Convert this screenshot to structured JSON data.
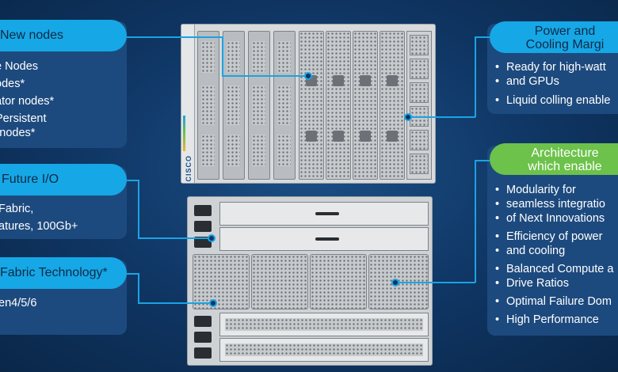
{
  "left_panels": [
    {
      "heading": "New nodes",
      "items": [
        "e Nodes",
        "odes*",
        "ator nodes*",
        "Persistent",
        "y nodes*"
      ]
    },
    {
      "heading": "Future I/O",
      "items": [
        "Fabric,",
        "atures, 100Gb+"
      ]
    },
    {
      "heading": "Fabric Technology*",
      "items": [
        "en4/5/6"
      ]
    }
  ],
  "right_panels": [
    {
      "heading_line1": "Power and",
      "heading_line2": "Cooling Margi",
      "items": [
        "Ready for high-watt",
        "and GPUs",
        "Liquid colling enable"
      ]
    },
    {
      "heading_line1": "Architecture",
      "heading_line2": "which enable",
      "items": [
        "Modularity for",
        "seamless integratio",
        "of Next Innovations",
        "Efficiency of power",
        "and cooling",
        "Balanced Compute a",
        "Drive Ratios",
        "Optimal Failure Dom",
        "High Performance"
      ]
    }
  ],
  "chassis_logo": "CISCO",
  "colors": {
    "background": "#0f3563",
    "panel": "#1d4a7e",
    "pill_blue": "#16a7e6",
    "pill_green": "#6cc24a",
    "connector": "#1ba3e3"
  }
}
